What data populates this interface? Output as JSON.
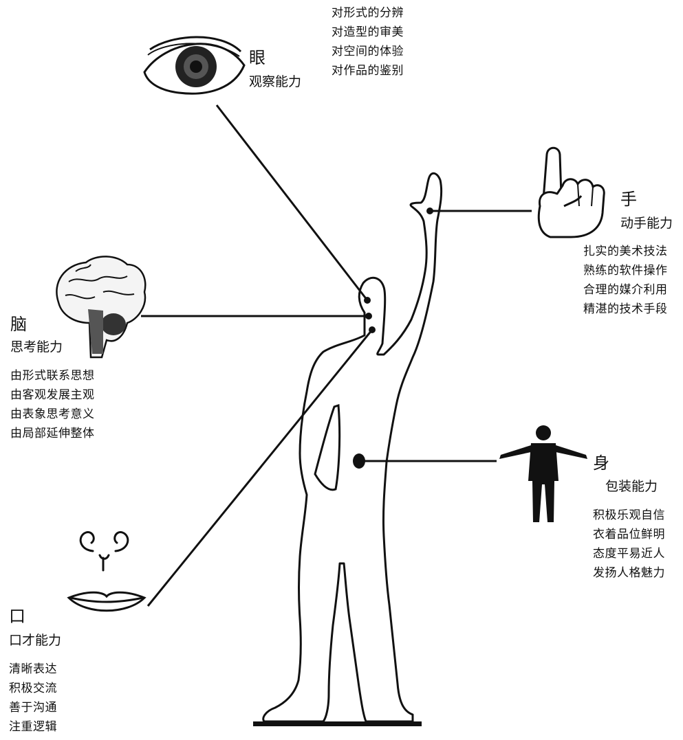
{
  "sections": {
    "eye": {
      "title": "眼",
      "ability": "观察能力",
      "items": [
        "对形式的分辨",
        "对造型的审美",
        "对空间的体验",
        "对作品的鉴别"
      ]
    },
    "hand": {
      "title": "手",
      "ability": "动手能力",
      "items": [
        "扎实的美术技法",
        "熟练的软件操作",
        "合理的媒介利用",
        "精湛的技术手段"
      ]
    },
    "brain": {
      "title": "脑",
      "ability": "思考能力",
      "items": [
        "由形式联系思想",
        "由客观发展主观",
        "由表象思考意义",
        "由局部延伸整体"
      ]
    },
    "body": {
      "title": "身",
      "ability": "包装能力",
      "items": [
        "积极乐观自信",
        "衣着品位鲜明",
        "态度平易近人",
        "发扬人格魅力"
      ]
    },
    "mouth": {
      "title": "口",
      "ability": "口才能力",
      "items": [
        "清晰表达",
        "积极交流",
        "善于沟通",
        "注重逻辑"
      ]
    }
  }
}
